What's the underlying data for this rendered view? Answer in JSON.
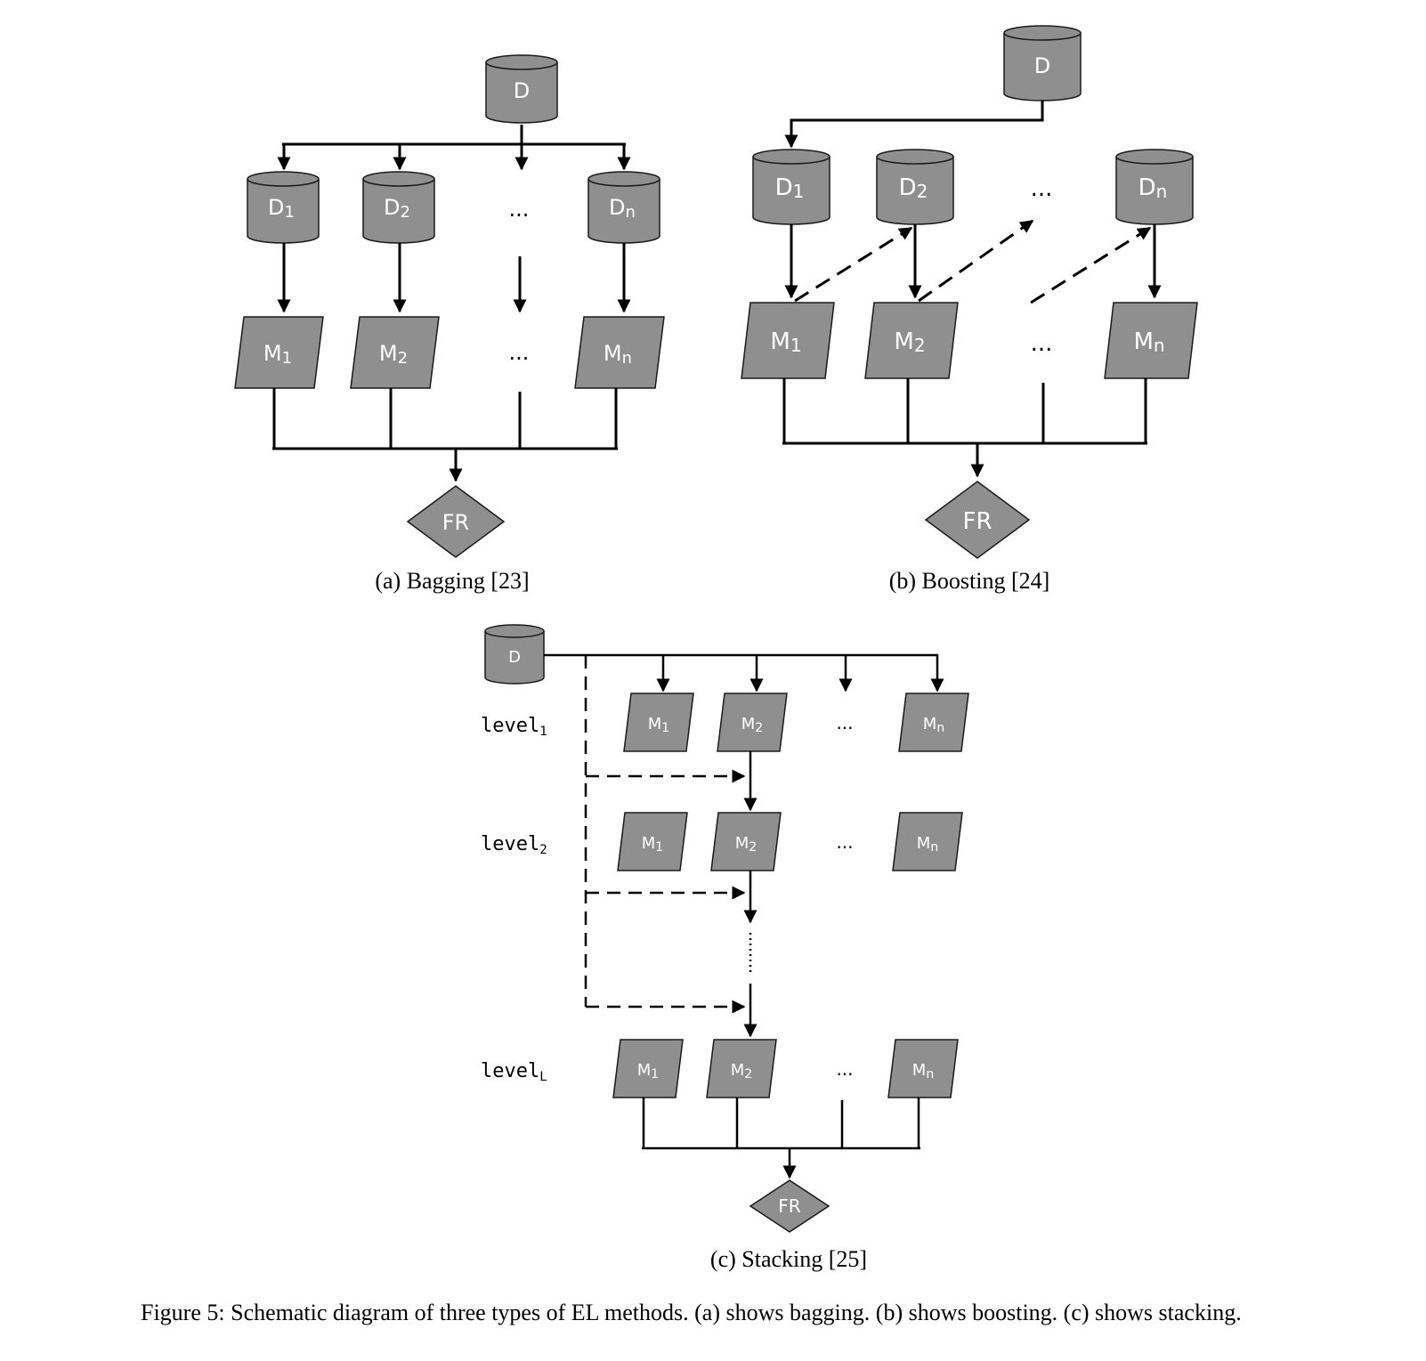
{
  "colors": {
    "node_fill": "#8f8f8f",
    "node_stroke": "#1a1a1a",
    "line": "#000000",
    "label": "#ffffff"
  },
  "icons": {
    "dataset": "cylinder-icon",
    "model": "parallelogram-icon",
    "final_result": "diamond-icon"
  },
  "bagging": {
    "source": "D",
    "subsets": [
      {
        "base": "D",
        "sub": "1"
      },
      {
        "base": "D",
        "sub": "2"
      },
      {
        "base": "D",
        "sub": "n"
      }
    ],
    "models": [
      {
        "base": "M",
        "sub": "1"
      },
      {
        "base": "M",
        "sub": "2"
      },
      {
        "base": "M",
        "sub": "n"
      }
    ],
    "ellipsis": "...",
    "result": "FR",
    "caption": "(a) Bagging [23]"
  },
  "boosting": {
    "source": "D",
    "subsets": [
      {
        "base": "D",
        "sub": "1"
      },
      {
        "base": "D",
        "sub": "2"
      },
      {
        "base": "D",
        "sub": "n"
      }
    ],
    "models": [
      {
        "base": "M",
        "sub": "1"
      },
      {
        "base": "M",
        "sub": "2"
      },
      {
        "base": "M",
        "sub": "n"
      }
    ],
    "ellipsis": "...",
    "result": "FR",
    "caption": "(b) Boosting [24]"
  },
  "stacking": {
    "source": "D",
    "levels": [
      {
        "base": "level",
        "sub": "1"
      },
      {
        "base": "level",
        "sub": "2"
      },
      {
        "base": "level",
        "sub": "L"
      }
    ],
    "models": [
      {
        "base": "M",
        "sub": "1"
      },
      {
        "base": "M",
        "sub": "2"
      },
      {
        "base": "M",
        "sub": "n"
      }
    ],
    "ellipsis": "...",
    "result": "FR",
    "caption": "(c) Stacking [25]"
  },
  "figure_caption": "Figure 5: Schematic diagram of three types of EL methods. (a) shows bagging. (b) shows boosting. (c) shows stacking."
}
